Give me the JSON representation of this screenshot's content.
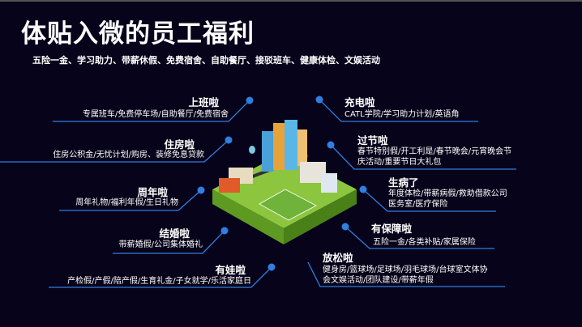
{
  "header": {
    "title": "体贴入微的员工福利",
    "subtitle": "五险一金、学习助力、带薪休假、免费宿舍、自助餐厅、接驳班车、健康体检、文娱活动"
  },
  "colors": {
    "background": "#07031a",
    "accent": "#2f7fe0"
  },
  "left": [
    {
      "title": "上班啦",
      "desc": "专属班车/免费停车场/自助餐厅/免费宿舍"
    },
    {
      "title": "住房啦",
      "desc": "住房公积金/无忧计划/购房、装修免息贷款"
    },
    {
      "title": "周年啦",
      "desc": "周年礼物/福利年假/生日礼物"
    },
    {
      "title": "结婚啦",
      "desc": "带薪婚假/公司集体婚礼"
    },
    {
      "title": "有娃啦",
      "desc": "产检假/产假/陪产假/生育礼金/子女就学/乐活家庭日"
    }
  ],
  "right": [
    {
      "title": "充电啦",
      "desc": "CATL学院/学习助力计划/英语角"
    },
    {
      "title": "过节啦",
      "desc": "春节特别假/开工利是/春节晚会/元宵晚会节",
      "desc2": "庆活动/重要节日大礼包"
    },
    {
      "title": "生病了",
      "desc": "年度体检/带薪病假/救助借款公司",
      "desc2": "医务室/医疗保险"
    },
    {
      "title": "有保障啦",
      "desc": "五险一金/各类补贴/家属保险"
    },
    {
      "title": "放松啦",
      "desc": "健身房/篮球场/足球场/羽毛球场/台球室文体协",
      "desc2": "会文娱活动/团队建设/带薪年假"
    }
  ]
}
